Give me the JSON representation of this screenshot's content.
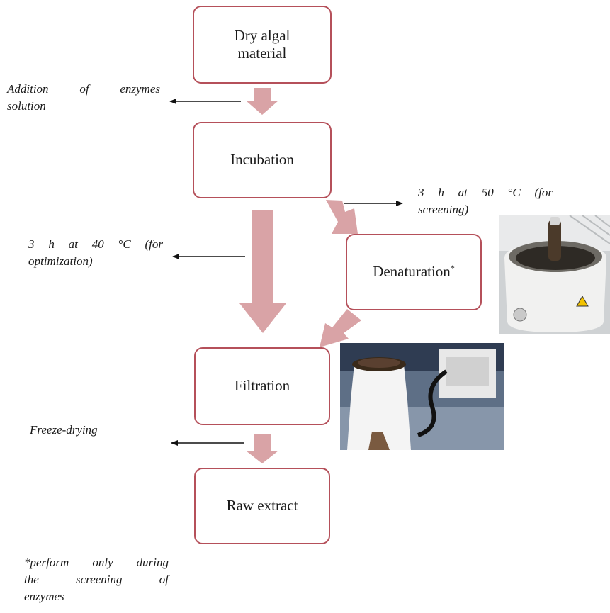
{
  "nodes": {
    "dry": {
      "line1": "Dry algal",
      "line2": "material"
    },
    "incubation": "Incubation",
    "denaturation": "Denaturation",
    "denaturation_mark": "*",
    "filtration": "Filtration",
    "raw": "Raw extract"
  },
  "notes": {
    "enzymes_line1": "Addition of enzymes",
    "enzymes_line2": "solution",
    "screening_line1": "3 h at 50 °C (for",
    "screening_line2": "screening)",
    "optimization_line1": "3 h at 40 °C (for",
    "optimization_line2": "optimization)",
    "freeze": "Freeze-drying",
    "footnote_line1": "*perform only during",
    "footnote_line2": "the screening of",
    "footnote_line3": "enzymes"
  },
  "colors": {
    "arrow": "#d9a3a6",
    "border": "#b5505a"
  }
}
